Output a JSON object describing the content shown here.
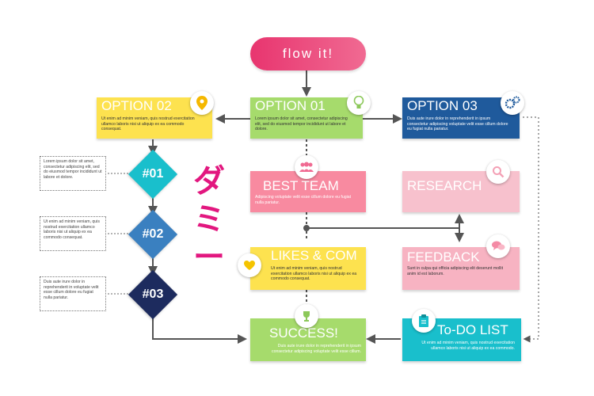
{
  "header": {
    "label": "flow it!"
  },
  "watermark": {
    "text": "ダミー"
  },
  "colors": {
    "pink": "#e8356f",
    "yellow": "#fde24f",
    "green": "#a6db6c",
    "blue": "#1f5a9c",
    "cyan": "#19bfcc",
    "soft_pink": "#f88aa0",
    "pale_pink": "#f7c1cd",
    "magenta": "#e2177f"
  },
  "option1": {
    "title": "OPTION 01",
    "body": "Lorem ipsum dolor sit amet, consectetur adipiscing elit, sed do eiusmod tempor incididunt ut labore et dolore.",
    "icon": "lightbulb-icon"
  },
  "option2": {
    "title": "OPTION 02",
    "body": "Ut enim ad minim veniam, quis nostrud exercitation ullamco laboris nisi ut aliquip ex ea commodo consequat.",
    "icon": "map-pin-icon"
  },
  "option3": {
    "title": "OPTION 03",
    "body": "Duis aute irure dolor in reprehenderit in ipsum consectetur adipiscing voluptate velit esse cillum dolore eu fugiat nulla pariatur.",
    "icon": "gears-icon"
  },
  "best_team": {
    "title": "BEST TEAM",
    "body": "Adipiscing voluptate velit esse cillum dolore eu fugiat nulla pariatur.",
    "icon": "team-icon"
  },
  "research": {
    "title": "RESEARCH",
    "icon": "magnifier-icon"
  },
  "likes": {
    "title": "LIKES & COM",
    "body": "Ut enim ad minim veniam, quis nostrud exercitation ullamco laboris nisi ut aliquip ex ea commodo consequat.",
    "icon": "heart-icon"
  },
  "feedback": {
    "title": "FEEDBACK",
    "body": "Sunt in culpa qui officia adipiscing elit deserunt mollit anim id est laborum.",
    "icon": "speech-bubbles-icon"
  },
  "success": {
    "title": "SUCCESS!",
    "body": "Duis aute irure dolor in reprehenderit in ipsum consectetur adipiscing voluptate velit esse cillum.",
    "icon": "trophy-icon"
  },
  "todo": {
    "title": "To-DO LIST",
    "body": "Ut enim ad minim veniam, quis nostrud exercitation ullamco laboris nisi ut aliquip ex ea commodo.",
    "icon": "clipboard-icon"
  },
  "steps": [
    {
      "label": "#01",
      "color": "#19bfcc",
      "note": "Lorem ipsum dolor sit amet, consectetur adipiscing elit, sed do eiusmod tempor incididunt ut labore et dolore."
    },
    {
      "label": "#02",
      "color": "#3a80c0",
      "note": "Ut enim ad minim veniam, quis nostrud exercitation ullamco laboris nisi ut aliquip ex ea commodo consequat."
    },
    {
      "label": "#03",
      "color": "#1d2b5e",
      "note": "Duis aute irure dolor in reprehenderit in voluptate velit esse cillum dolore eu fugiat nulla pariatur."
    }
  ]
}
